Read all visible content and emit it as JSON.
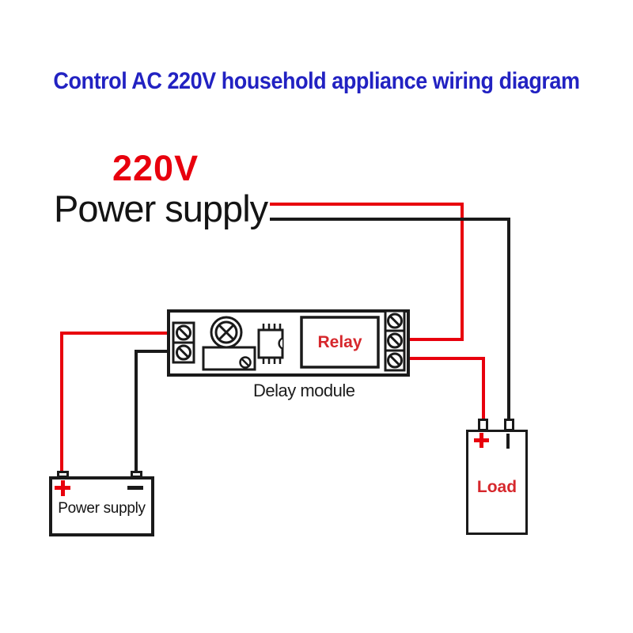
{
  "colors": {
    "title_blue": "#2222c2",
    "wire_red": "#e8000d",
    "line_black": "#1a1a1a",
    "component_red": "#d6272c",
    "bg": "#ffffff"
  },
  "header": {
    "title": "Control AC 220V household appliance wiring diagram"
  },
  "ac_source": {
    "voltage": "220V",
    "label": "Power supply"
  },
  "delay_module": {
    "caption": "Delay module",
    "relay_label": "Relay"
  },
  "dc_source": {
    "label": "Power supply",
    "positive": "+",
    "negative": "−"
  },
  "load": {
    "label": "Load",
    "positive": "+",
    "negative": "−"
  }
}
